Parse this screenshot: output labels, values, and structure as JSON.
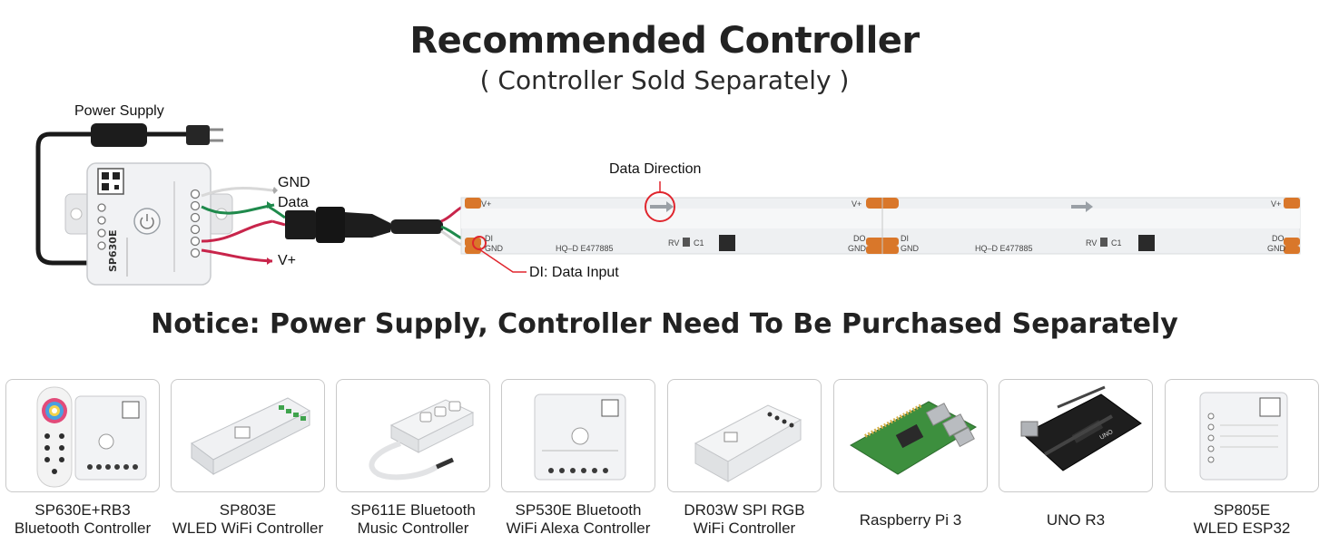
{
  "header": {
    "title": "Recommended Controller",
    "subtitle": "( Controller Sold Separately )"
  },
  "diagram": {
    "power_supply_label": "Power Supply",
    "wire_labels": {
      "gnd": "GND",
      "data": "Data",
      "vplus": "V+"
    },
    "data_direction_label": "Data Direction",
    "data_input_label": "DI: Data Input",
    "controller_model": "SP630E",
    "strip_markings": {
      "vplus": "V+",
      "di": "DI",
      "do": "DO",
      "gnd": "GND",
      "cert": "HQ–D  E477885",
      "rv": "RV",
      "c1": "C1"
    }
  },
  "notice": "Notice: Power Supply, Controller Need To Be Purchased Separately",
  "products": [
    {
      "line1": "SP630E+RB3",
      "line2": "Bluetooth Controller"
    },
    {
      "line1": "SP803E",
      "line2": "WLED WiFi Controller"
    },
    {
      "line1": "SP611E Bluetooth",
      "line2": "Music Controller"
    },
    {
      "line1": "SP530E Bluetooth",
      "line2": "WiFi Alexa Controller"
    },
    {
      "line1": "DR03W SPI RGB",
      "line2": "WiFi Controller"
    },
    {
      "line1": "Raspberry Pi 3",
      "line2": ""
    },
    {
      "line1": "UNO R3",
      "line2": ""
    },
    {
      "line1": "SP805E",
      "line2": "WLED ESP32"
    }
  ],
  "colors": {
    "wire_red": "#c8254b",
    "wire_green": "#1f8a4c",
    "pad_orange": "#d9772a",
    "strip": "#eef0f2",
    "callout_red": "#e0262e"
  }
}
